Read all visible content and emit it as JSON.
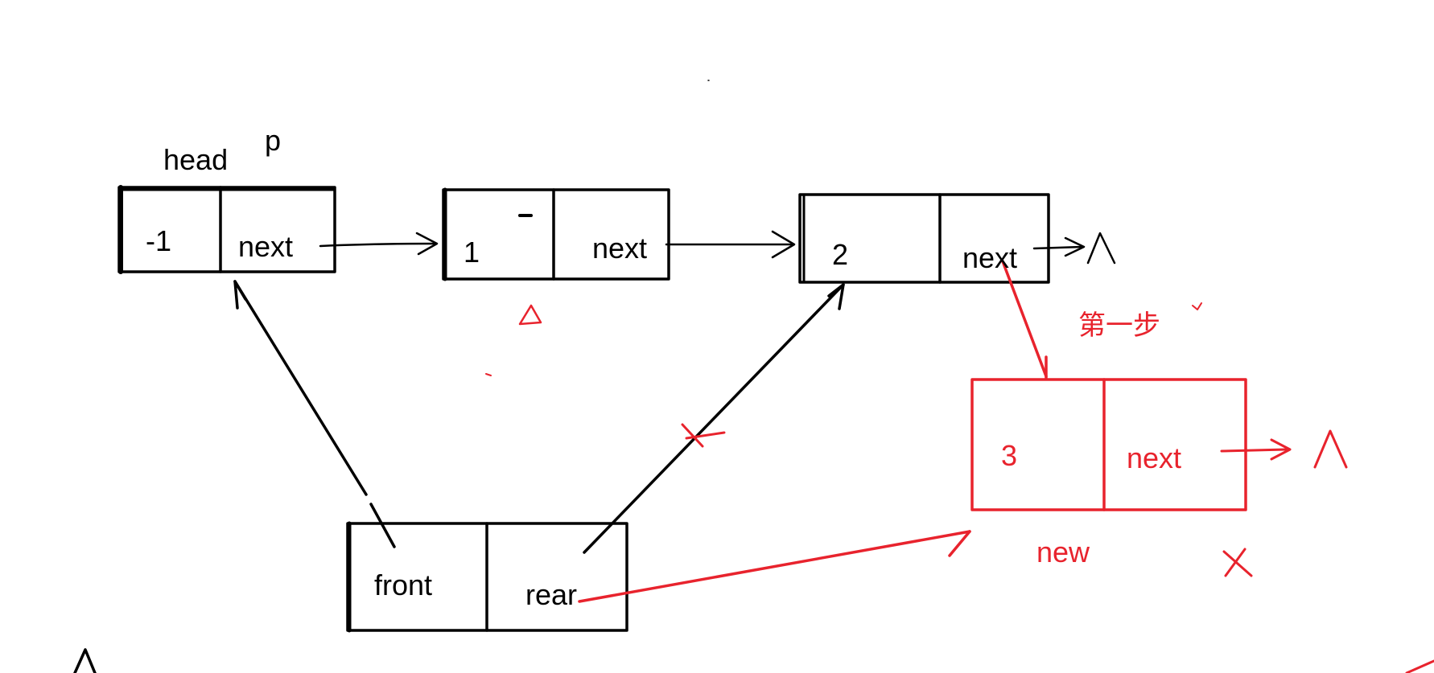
{
  "colors": {
    "ink": "#000000",
    "red": "#e8232d",
    "background": "#ffffff"
  },
  "labels": {
    "head": "head",
    "p": "p",
    "step_one": "第一步",
    "new": "new"
  },
  "nodes": {
    "head_node": {
      "data": "-1",
      "next": "next"
    },
    "node_1": {
      "data": "1",
      "next": "next"
    },
    "node_2": {
      "data": "2",
      "next": "next"
    },
    "new_node": {
      "data": "3",
      "next": "next"
    }
  },
  "queue": {
    "front": "front",
    "rear": "rear"
  },
  "null_marks": {
    "after_node_2": "Λ",
    "after_new_node": "Λ",
    "bottom_left": "Λ"
  }
}
